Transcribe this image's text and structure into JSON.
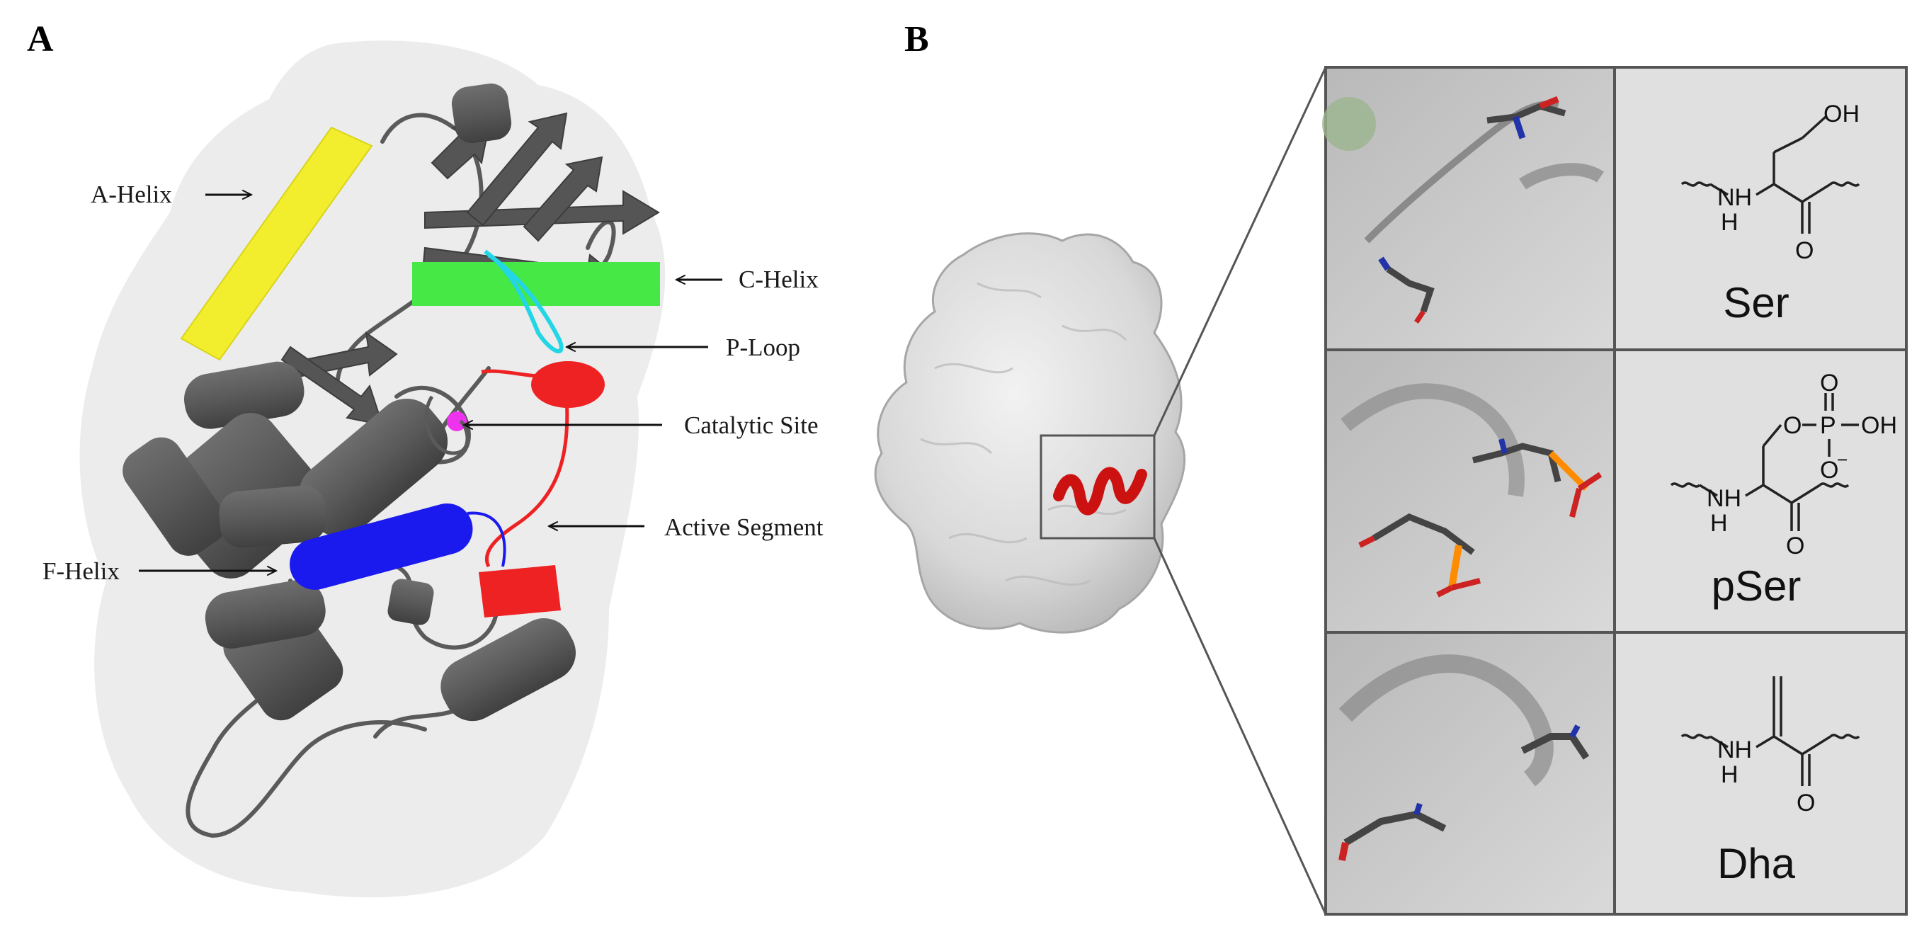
{
  "panels": {
    "a": {
      "letter": "A",
      "labels": {
        "a_helix": "A-Helix",
        "c_helix": "C-Helix",
        "p_loop": "P-Loop",
        "catalytic_site": "Catalytic Site",
        "active_segment": "Active Segment",
        "f_helix": "F-Helix"
      },
      "colors": {
        "a_helix": "#f2ee2e",
        "c_helix": "#45e845",
        "p_loop": "#22d6e6",
        "catalytic_site": "#ee33ee",
        "active_segment": "#ee2222",
        "f_helix": "#1a1aee",
        "other_structure": "#585858"
      }
    },
    "b": {
      "letter": "B",
      "residues": [
        {
          "name": "Ser",
          "atoms": [
            "OH",
            "NH",
            "H",
            "O"
          ]
        },
        {
          "name": "pSer",
          "atoms": [
            "O",
            "O",
            "P",
            "OH",
            "O",
            "−",
            "NH",
            "H",
            "O"
          ]
        },
        {
          "name": "Dha",
          "atoms": [
            "NH",
            "H",
            "O"
          ]
        }
      ]
    }
  }
}
